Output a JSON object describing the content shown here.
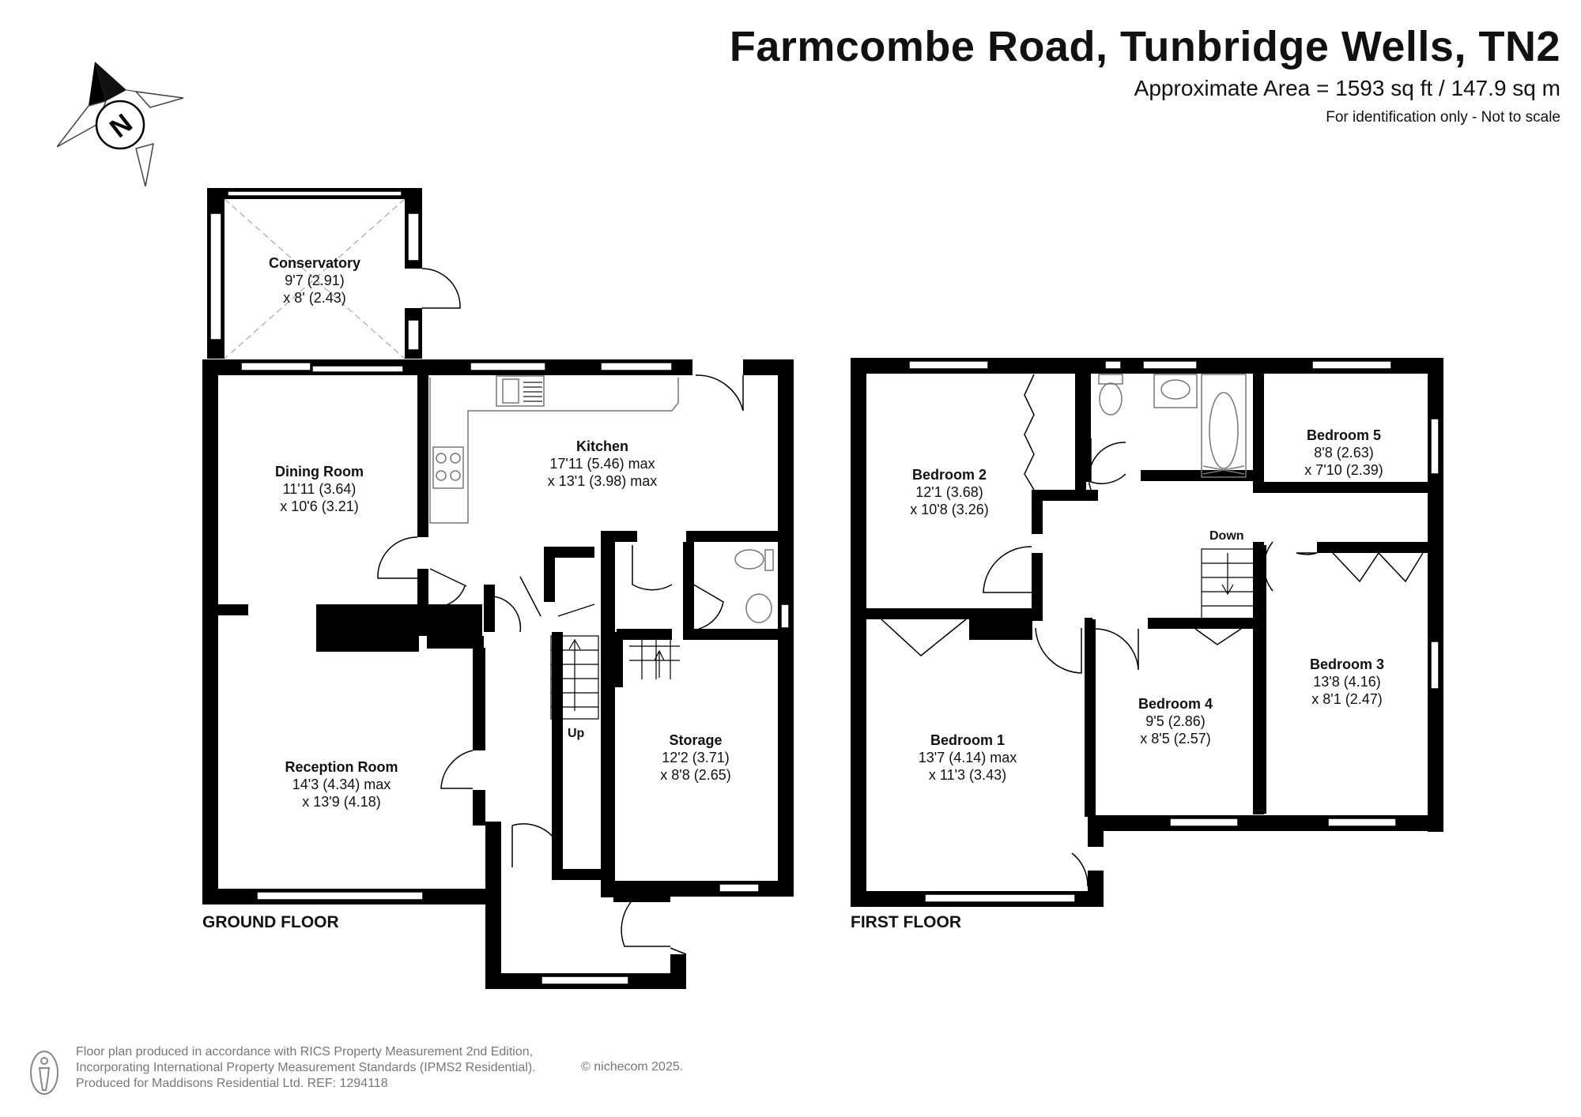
{
  "header": {
    "title": "Farmcombe Road, Tunbridge Wells, TN2",
    "area": "Approximate Area = 1593 sq ft / 147.9 sq m",
    "note": "For identification only - Not to scale"
  },
  "compass": {
    "letter": "N",
    "icon": "compass-icon"
  },
  "ground_floor": {
    "label": "GROUND FLOOR",
    "stairs_label": "Up",
    "rooms": {
      "conservatory": {
        "name": "Conservatory",
        "dim1": "9'7 (2.91)",
        "dim2": "x 8' (2.43)"
      },
      "dining": {
        "name": "Dining Room",
        "dim1": "11'11 (3.64)",
        "dim2": "x 10'6 (3.21)"
      },
      "kitchen": {
        "name": "Kitchen",
        "dim1": "17'11 (5.46) max",
        "dim2": "x 13'1 (3.98) max"
      },
      "reception": {
        "name": "Reception Room",
        "dim1": "14'3 (4.34) max",
        "dim2": "x 13'9 (4.18)"
      },
      "storage": {
        "name": "Storage",
        "dim1": "12'2 (3.71)",
        "dim2": "x 8'8 (2.65)"
      }
    }
  },
  "first_floor": {
    "label": "FIRST FLOOR",
    "stairs_label": "Down",
    "rooms": {
      "bedroom2": {
        "name": "Bedroom 2",
        "dim1": "12'1 (3.68)",
        "dim2": "x 10'8 (3.26)"
      },
      "bedroom5": {
        "name": "Bedroom 5",
        "dim1": "8'8 (2.63)",
        "dim2": "x 7'10 (2.39)"
      },
      "bedroom1": {
        "name": "Bedroom 1",
        "dim1": "13'7 (4.14) max",
        "dim2": "x 11'3 (3.43)"
      },
      "bedroom4": {
        "name": "Bedroom 4",
        "dim1": "9'5 (2.86)",
        "dim2": "x 8'5 (2.57)"
      },
      "bedroom3": {
        "name": "Bedroom 3",
        "dim1": "13'8 (4.16)",
        "dim2": "x 8'1 (2.47)"
      }
    }
  },
  "footer": {
    "line1": "Floor plan produced in accordance with RICS Property Measurement 2nd Edition,",
    "line2": "Incorporating International Property Measurement Standards (IPMS2 Residential).",
    "line3": "Produced for Maddisons Residential Ltd.   REF: 1294118",
    "copyright": "© nichecom 2025."
  },
  "colors": {
    "wall": "#000000",
    "fixture": "#888888",
    "footer_text": "#777777"
  }
}
